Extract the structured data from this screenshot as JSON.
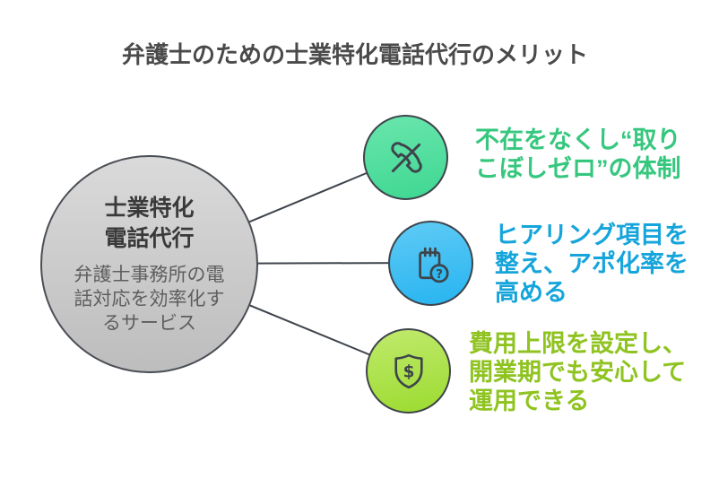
{
  "title": "弁護士のための士業特化電話代行のメリット",
  "center_node": {
    "heading_lines": [
      "士業特化",
      "電話代行"
    ],
    "subtitle_lines": [
      "弁護士事務所の電",
      "話対応を効率化す",
      "るサービス"
    ]
  },
  "branches": [
    {
      "icon": "phone-off-icon",
      "accent_color": "#36C77E",
      "circle_top_color": "#69E6AD",
      "circle_bottom_color": "#3FD792",
      "lines": [
        "不在をなくし“取り",
        "こぼしゼロ”の体制"
      ]
    },
    {
      "icon": "notepad-question-icon",
      "accent_color": "#16A5DB",
      "circle_top_color": "#5FCBF5",
      "circle_bottom_color": "#27B4F0",
      "lines": [
        "ヒアリング項目を",
        "整え、アポ化率を",
        "高める"
      ]
    },
    {
      "icon": "shield-dollar-icon",
      "accent_color": "#8FC320",
      "circle_top_color": "#C0EA6C",
      "circle_bottom_color": "#9CDB30",
      "lines": [
        "費用上限を設定し、",
        "開業期でも安心して",
        "運用できる"
      ]
    }
  ],
  "styles": {
    "title_color": "#4A4A4A",
    "connector_color": "#3E444B",
    "center_circle_border": "#4A4F55",
    "center_circle_top": "#DADADA",
    "center_circle_bottom": "#BDBDBD",
    "center_heading_color": "#3A3A3A",
    "center_subtitle_color": "#5E5E5E"
  }
}
